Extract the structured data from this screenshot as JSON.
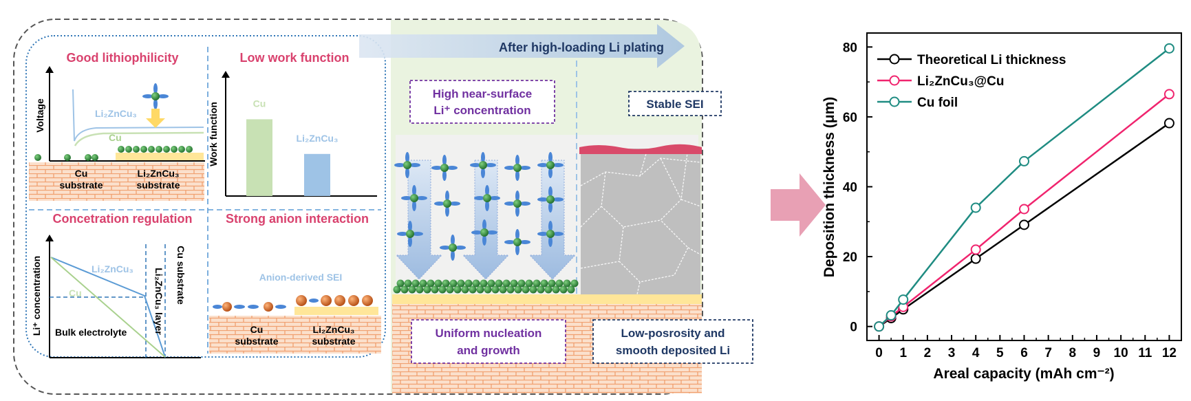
{
  "diagram": {
    "panel_good_lithiophilicity": {
      "title": "Good lithiophilicity",
      "y_axis": "Voltage",
      "curve_labels": [
        "Li₂ZnCu₃",
        "Cu"
      ],
      "substrate_left": [
        "Cu",
        "substrate"
      ],
      "substrate_right": [
        "Li₂ZnCu₃",
        "substrate"
      ]
    },
    "panel_low_work_function": {
      "title": "Low work function",
      "y_axis": "Work function",
      "bars": [
        {
          "label": "Cu",
          "value": 0.62,
          "color": "#c8e1b4"
        },
        {
          "label": "Li₂ZnCu₃",
          "value": 0.34,
          "color": "#9ec3e6"
        }
      ]
    },
    "panel_concentration_regulation": {
      "title": "Concetration regulation",
      "y_axis": "Li⁺ concentration",
      "curve_labels": [
        "Li₂ZnCu₃",
        "Cu"
      ],
      "bulk_label": "Bulk electrolyte",
      "layer_label": "Li₂ZnCu₃ layer",
      "substrate_label": "Cu substrate"
    },
    "panel_strong_anion_interaction": {
      "title": "Strong anion interaction",
      "sei_label": "Anion-derived  SEI",
      "substrate_left": [
        "Cu",
        "substrate"
      ],
      "substrate_right": [
        "Li₂ZnCu₃",
        "substrate"
      ]
    },
    "arrow_label": "After high-loading Li plating",
    "box_near_surface": [
      "High near-surface",
      "Li⁺ concentration"
    ],
    "box_stable_sei": "Stable SEI",
    "box_uniform": [
      "Uniform nucleation",
      "and growth"
    ],
    "box_low_porosity": [
      "Low-posrosity and",
      "smooth deposited Li"
    ],
    "colors": {
      "title_pink": "#d9426e",
      "purple": "#7030a0",
      "navy": "#1f3864",
      "brick": "#f4b183",
      "li_green": "#2e8b3d",
      "sei_red": "#d94a6a"
    }
  },
  "chart_data": {
    "type": "line",
    "xlabel": "Areal capacity (mAh cm⁻²)",
    "ylabel": "Deposition thickness (μm)",
    "xlim": [
      -0.5,
      12.5
    ],
    "ylim": [
      -4,
      84
    ],
    "xticks": [
      0,
      1,
      2,
      3,
      4,
      5,
      6,
      7,
      8,
      9,
      10,
      11,
      12
    ],
    "yticks": [
      0,
      20,
      40,
      60,
      80
    ],
    "grid": false,
    "legend_position": "top-left",
    "series": [
      {
        "name": "Theoretical Li thickness",
        "color": "#000000",
        "x": [
          0,
          0.5,
          1,
          4,
          6,
          12
        ],
        "y": [
          0,
          2.4,
          4.9,
          19.4,
          29.1,
          58.2
        ]
      },
      {
        "name": "Li₂ZnCu₃@Cu",
        "color": "#f0246e",
        "x": [
          0,
          0.5,
          1,
          4,
          6,
          12
        ],
        "y": [
          0,
          2.9,
          5.6,
          22,
          33.6,
          66.5
        ]
      },
      {
        "name": "Cu foil",
        "color": "#1f8c82",
        "x": [
          0,
          0.5,
          1,
          4,
          6,
          12
        ],
        "y": [
          0,
          3.2,
          7.7,
          34,
          47.3,
          79.6
        ]
      }
    ]
  }
}
